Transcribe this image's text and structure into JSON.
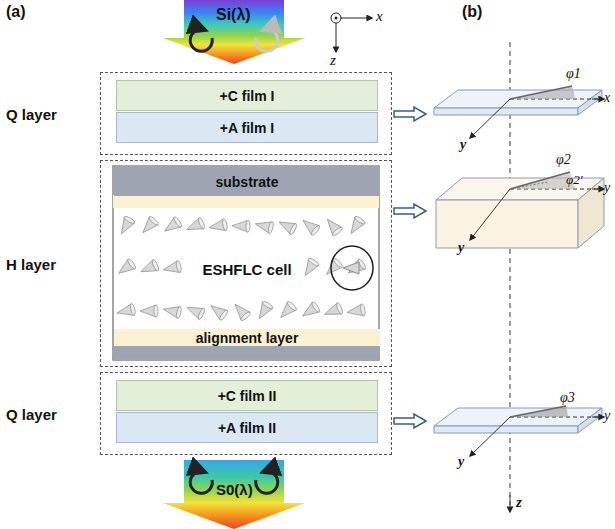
{
  "diagram": {
    "nodes": [
      {
        "text": [
          "Q layer"
        ]
      },
      {
        "text": [
          "+C film I"
        ],
        "in": 0
      },
      {
        "text": [
          "+A film I"
        ],
        "in": 0
      },
      {
        "text": [
          "H layer"
        ]
      },
      {
        "text": [
          "substrate"
        ],
        "in": 3
      },
      {
        "text": [
          "ESHFLC cell"
        ],
        "in": 3
      },
      {
        "text": [
          "alignment layer"
        ],
        "in": 3
      },
      {
        "text": [
          "Q layer"
        ]
      },
      {
        "text": [
          "+C film II"
        ],
        "in": 7
      },
      {
        "text": [
          "+A film II"
        ],
        "in": 7
      }
    ],
    "labels": [
      "(a)",
      "(b)",
      "Si(λ)",
      "S0(λ)",
      "x",
      "z",
      "φ1",
      "x",
      "y",
      "φ2",
      "φ2'",
      "y",
      "y",
      "φ3",
      "y",
      "y",
      "z"
    ]
  }
}
